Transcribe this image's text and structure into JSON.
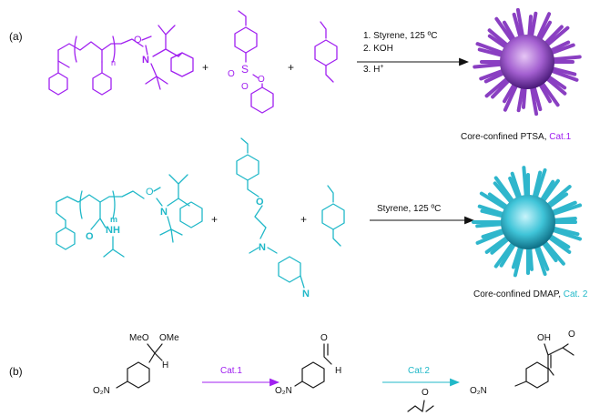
{
  "panel_a": {
    "label": "(a)",
    "row1": {
      "n_sub": "n",
      "atom_O1": "O",
      "atom_N": "N",
      "plus1": "+",
      "plus2": "+",
      "sulfonate_S": "S",
      "sulfonate_O_top": "O",
      "sulfonate_O_bottom": "O",
      "sulfonate_O_ester": "O",
      "conditions": [
        "1. Styrene, 125 ºC",
        "2. KOH",
        "3. H"
      ],
      "conditions_sup": "+",
      "product_caption_prefix": "Core-confined PTSA, ",
      "product_caption_cat": "Cat.1",
      "colors": {
        "purple": "#a020f0"
      }
    },
    "row2": {
      "m_sub": "m",
      "atom_O1": "O",
      "atom_N": "N",
      "atom_O_carbonyl": "O",
      "atom_NH": "NH",
      "plus1": "+",
      "plus2": "+",
      "ether_O": "O",
      "amine_N": "N",
      "pyridine_N": "N",
      "conditions": "Styrene, 125 ºC",
      "product_caption_prefix": "Core-confined DMAP, ",
      "product_caption_cat": "Cat. 2",
      "colors": {
        "cyan": "#20b8c8"
      }
    }
  },
  "panel_b": {
    "label": "(b)",
    "acetal_MeO": "MeO",
    "acetal_OMe": "OMe",
    "acetal_H": "H",
    "nitro_label": "O₂N",
    "step1_catalyst": "Cat.1",
    "aldehyde_O": "O",
    "aldehyde_H": "H",
    "step2_catalyst": "Cat.2",
    "reagent_O": "O",
    "product_OH": "OH",
    "product_O": "O",
    "colors": {
      "catalyst1": "#a020f0",
      "catalyst2": "#20b8c8"
    }
  }
}
